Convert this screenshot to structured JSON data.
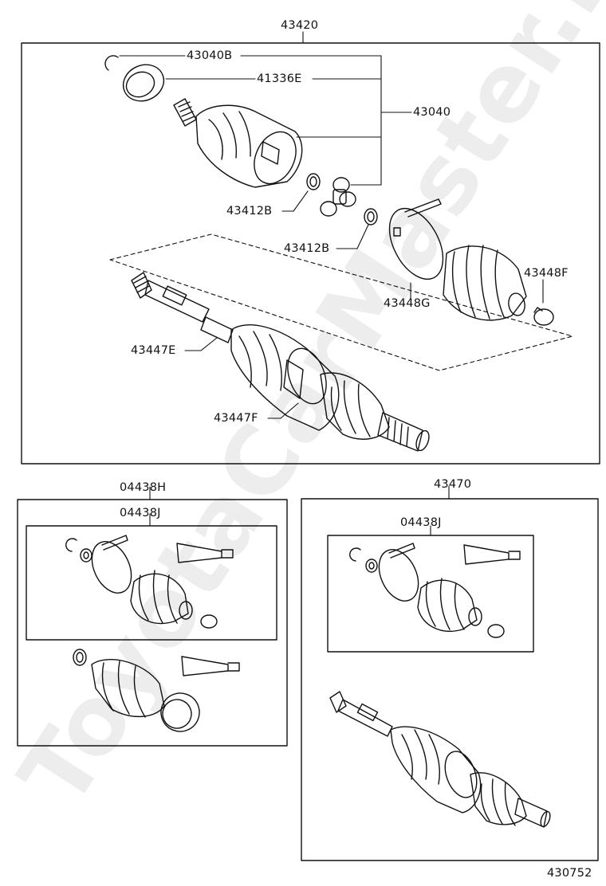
{
  "diagram": {
    "watermark": "ToyotaCarMaster.ru",
    "figure_number": "430752",
    "assemblies": {
      "main_shaft": "43420",
      "inboard_joint": "43040",
      "repair_kit_left": "04438H",
      "shaft_assy_right": "43470"
    },
    "parts": {
      "snap_ring": "43040B",
      "dust_deflector": "41336E",
      "snap_ring_a": "43412B",
      "snap_ring_b": "43412B",
      "boot_clamp_g": "43448G",
      "boot_clamp_f": "43448F",
      "clamp_e": "43447E",
      "clamp_f": "43447F",
      "boot_kit_left": "04438J",
      "boot_kit_right": "04438J"
    }
  }
}
